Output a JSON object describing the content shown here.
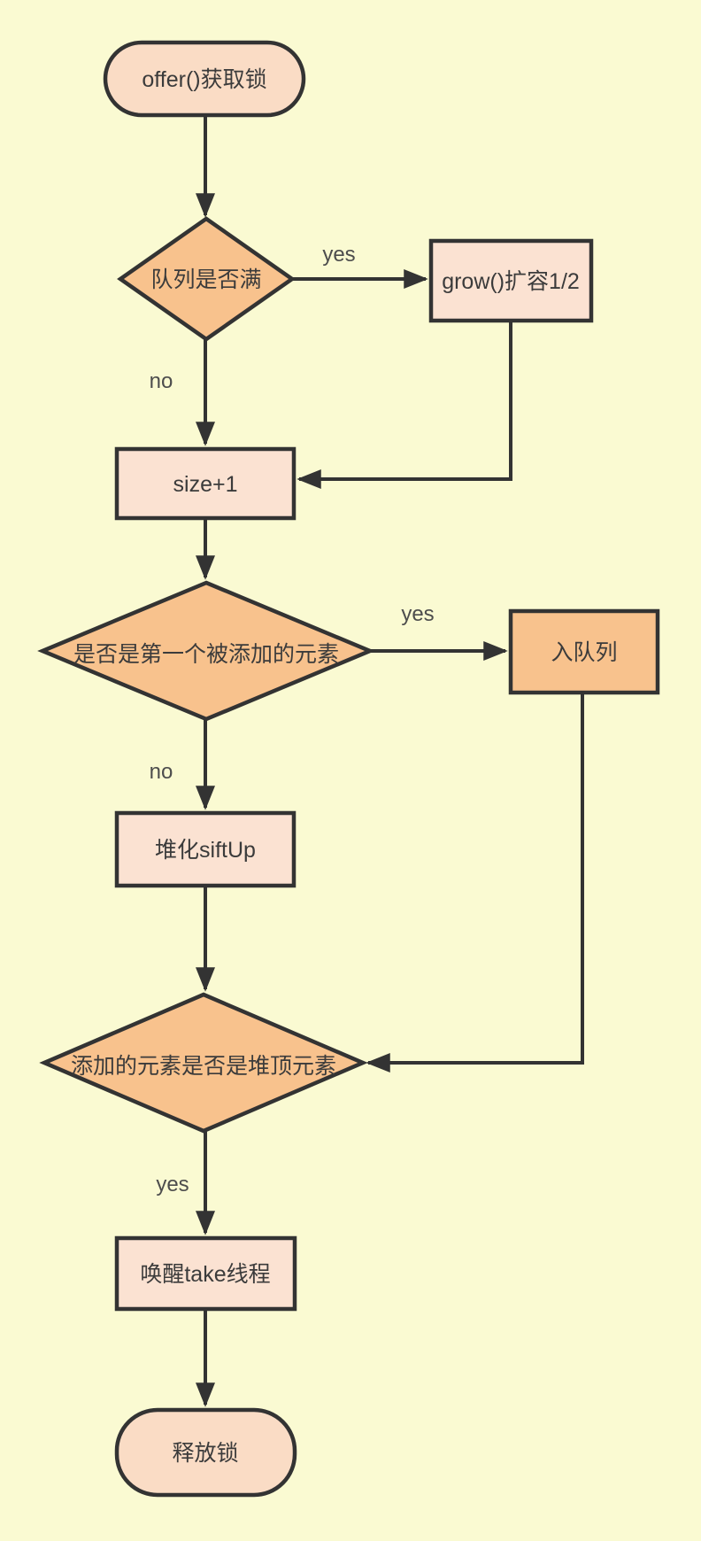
{
  "diagram": {
    "type": "flowchart",
    "colors": {
      "bg": "#FAFAD2",
      "stroke": "#333333",
      "terminator_fill": "#FADCC5",
      "process_fill": "#FBE2D2",
      "decision_fill": "#F8C28D",
      "text": "#3B3B3B",
      "label": "#4D4D4D"
    },
    "nodes": {
      "start": {
        "label": "offer()获取锁",
        "type": "terminator"
      },
      "queue_full": {
        "label": "队列是否满",
        "type": "decision"
      },
      "grow": {
        "label": "grow()扩容1/2",
        "type": "process"
      },
      "size_plus": {
        "label": "size+1",
        "type": "process"
      },
      "first_added": {
        "label": "是否是第一个被添加的元素",
        "type": "decision"
      },
      "enqueue": {
        "label": "入队列",
        "type": "process"
      },
      "siftup": {
        "label": "堆化siftUp",
        "type": "process"
      },
      "is_heap_top": {
        "label": "添加的元素是否是堆顶元素",
        "type": "decision"
      },
      "wake_take": {
        "label": "唤醒take线程",
        "type": "process"
      },
      "end": {
        "label": "释放锁",
        "type": "terminator"
      }
    },
    "edges": [
      {
        "from": "start",
        "to": "queue_full",
        "label": ""
      },
      {
        "from": "queue_full",
        "to": "grow",
        "label": "yes"
      },
      {
        "from": "queue_full",
        "to": "size_plus",
        "label": "no"
      },
      {
        "from": "grow",
        "to": "size_plus",
        "label": ""
      },
      {
        "from": "size_plus",
        "to": "first_added",
        "label": ""
      },
      {
        "from": "first_added",
        "to": "enqueue",
        "label": "yes"
      },
      {
        "from": "first_added",
        "to": "siftup",
        "label": "no"
      },
      {
        "from": "siftup",
        "to": "is_heap_top",
        "label": ""
      },
      {
        "from": "enqueue",
        "to": "is_heap_top",
        "label": ""
      },
      {
        "from": "is_heap_top",
        "to": "wake_take",
        "label": "yes"
      },
      {
        "from": "wake_take",
        "to": "end",
        "label": ""
      }
    ]
  }
}
